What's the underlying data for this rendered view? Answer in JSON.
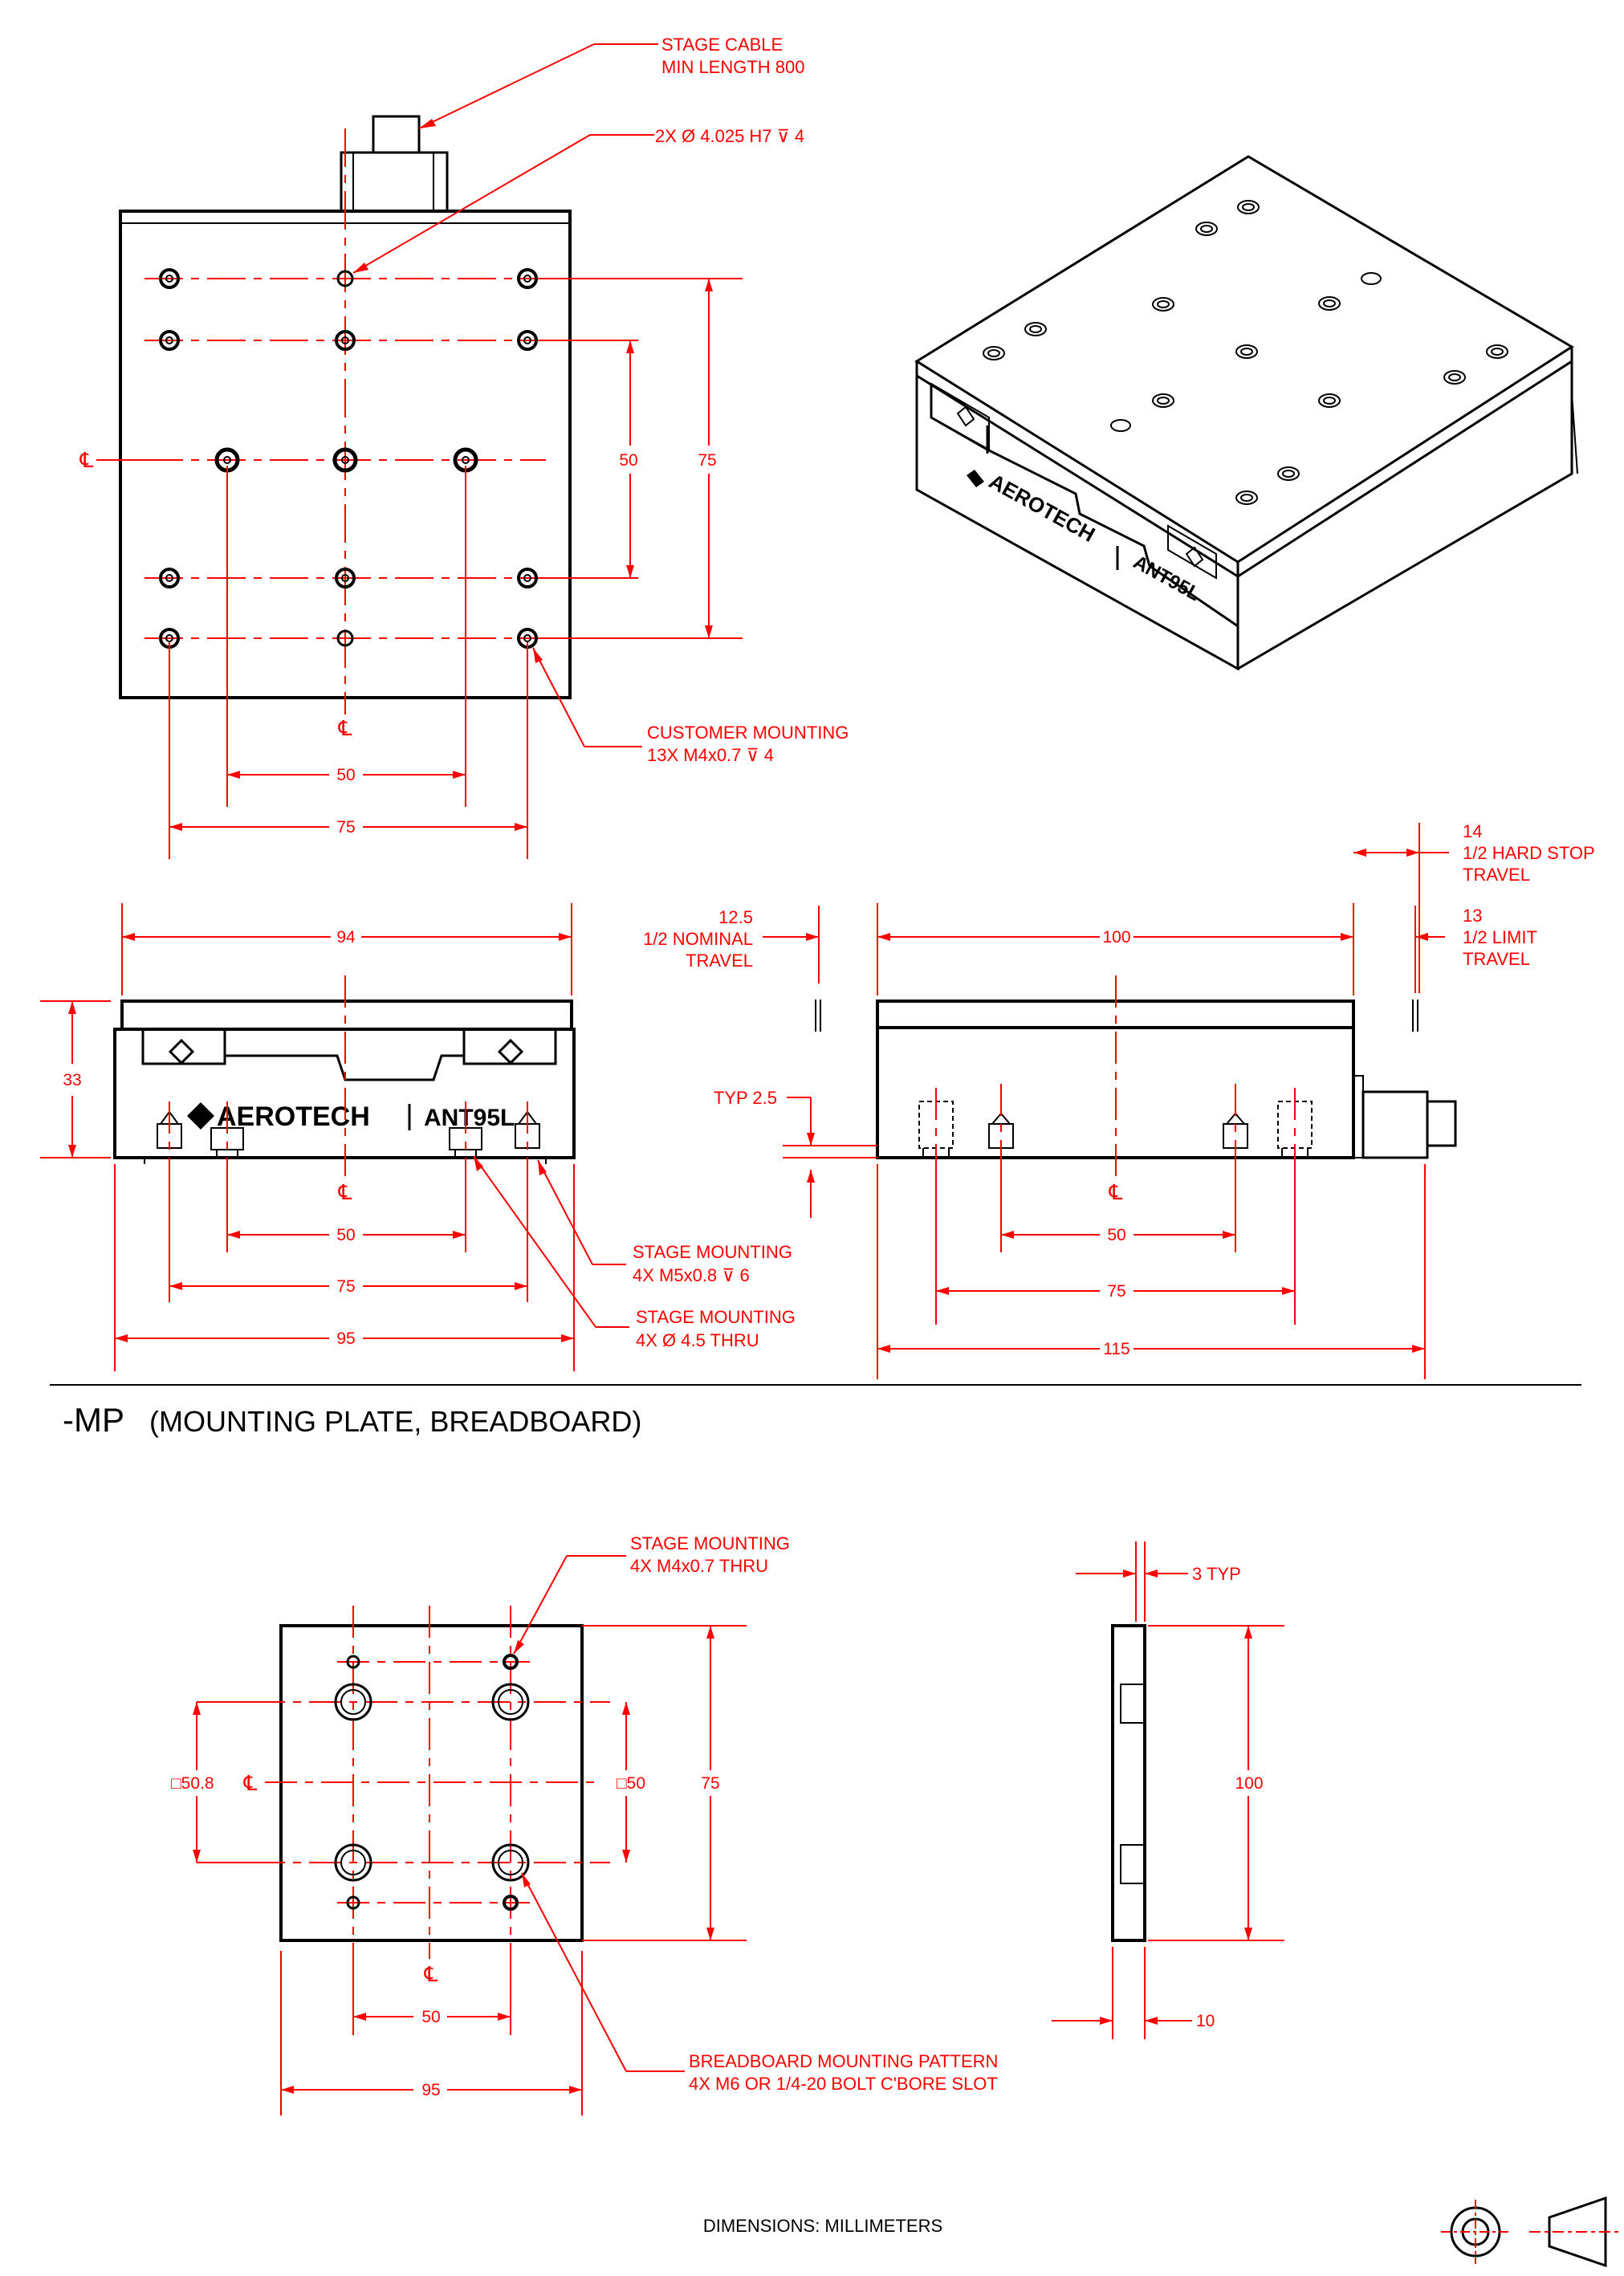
{
  "colors": {
    "dimension": "#ff0000",
    "geometry": "#000000"
  },
  "annotations": {
    "stage_cable_1": "STAGE CABLE",
    "stage_cable_2": "MIN LENGTH 800",
    "dowel_holes": "2X Ø 4.025 H7 ⊽ 4",
    "customer_mounting_1": "CUSTOMER MOUNTING",
    "customer_mounting_2": "13X M4x0.7 ⊽ 4",
    "hard_stop_1": "14",
    "hard_stop_2": "1/2 HARD STOP",
    "hard_stop_3": "TRAVEL",
    "limit_1": "13",
    "limit_2": "1/2 LIMIT",
    "limit_3": "TRAVEL",
    "nominal_1": "12.5",
    "nominal_2": "1/2 NOMINAL",
    "nominal_3": "TRAVEL",
    "typ": "TYP 2.5",
    "stage_mounting_m5_1": "STAGE MOUNTING",
    "stage_mounting_m5_2": "4X M5x0.8 ⊽ 6",
    "stage_mounting_thru_1": "STAGE MOUNTING",
    "stage_mounting_thru_2": "4X Ø 4.5 THRU",
    "mp_stage_mounting_1": "STAGE MOUNTING",
    "mp_stage_mounting_2": "4X M4x0.7 THRU",
    "breadboard_1": "BREADBOARD MOUNTING PATTERN",
    "breadboard_2": "4X M6 OR 1/4-20 BOLT C'BORE SLOT",
    "three_typ": "3 TYP"
  },
  "section": {
    "code": "-MP",
    "title": "(MOUNTING PLATE, BREADBOARD)"
  },
  "footer": "DIMENSIONS:  MILLIMETERS",
  "brand": {
    "logo_text": "AEROTECH",
    "model": "ANT95L"
  },
  "centerline": "℄",
  "dims": {
    "top_50v": "50",
    "top_75v": "75",
    "top_50h": "50",
    "top_75h": "75",
    "front_94": "94",
    "front_33": "33",
    "front_50": "50",
    "front_75": "75",
    "front_95": "95",
    "side_100": "100",
    "side_50": "50",
    "side_75": "75",
    "side_115": "115",
    "mp_508": "□50.8",
    "mp_50sq": "□50",
    "mp_75": "75",
    "mp_50": "50",
    "mp_95": "95",
    "mp_100": "100",
    "mp_10": "10"
  }
}
